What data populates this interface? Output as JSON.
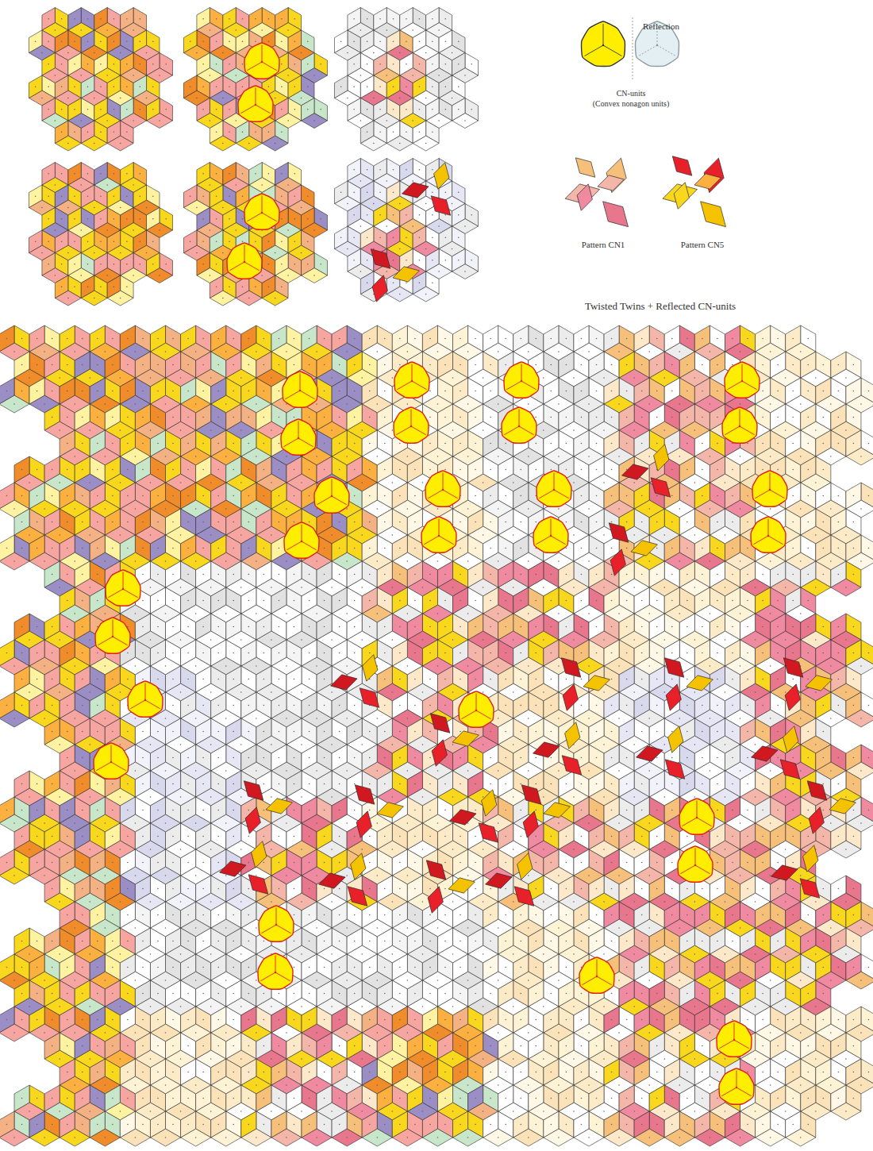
{
  "diagram": {
    "title": "Twisted Twins + Reflected CN-units",
    "labels": [
      "Reflection",
      "CN-units",
      "(Convex nonagon units)",
      "Pattern CN1",
      "Pattern CN5"
    ]
  }
}
